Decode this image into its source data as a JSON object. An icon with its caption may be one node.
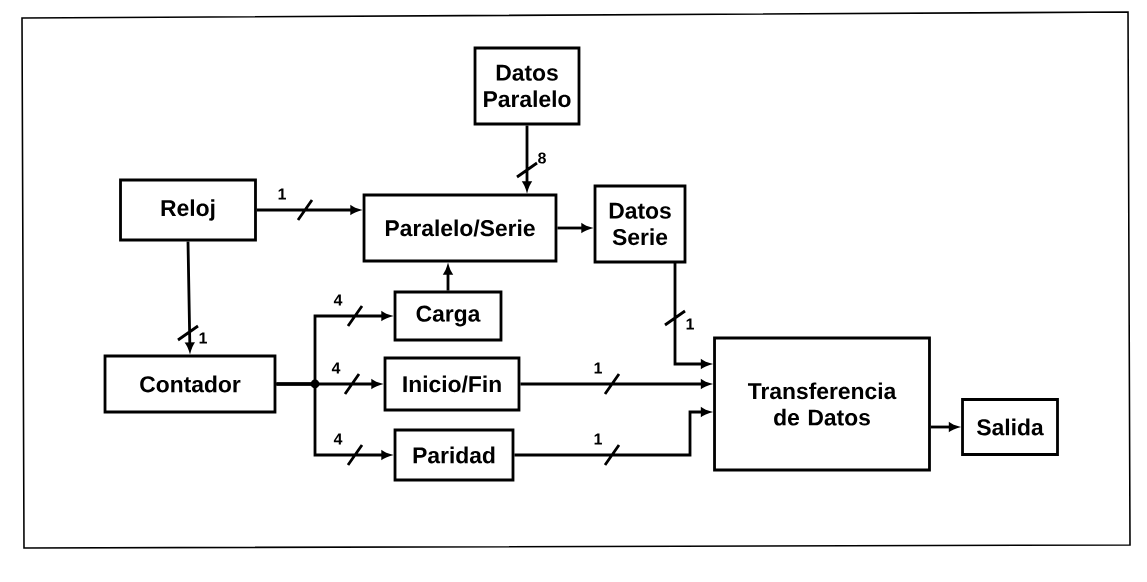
{
  "diagram": {
    "nodes": [
      {
        "text": [
          "Datos Paralelo"
        ]
      },
      {
        "text": [
          "Reloj"
        ]
      },
      {
        "text": [
          "Paralelo/Serie"
        ]
      },
      {
        "text": [
          "Datos Serie"
        ]
      },
      {
        "text": [
          "Carga"
        ]
      },
      {
        "text": [
          "Contador"
        ]
      },
      {
        "text": [
          "Inicio/Fin"
        ]
      },
      {
        "text": [
          "Transferencia de Datos"
        ]
      },
      {
        "text": [
          "Salida"
        ]
      },
      {
        "text": [
          "Paridad"
        ]
      }
    ],
    "edges": [
      {
        "from": 0,
        "to": 2,
        "arrow": "to",
        "label": "8"
      },
      {
        "from": 1,
        "to": 2,
        "arrow": "to",
        "label": "1"
      },
      {
        "from": 2,
        "to": 3,
        "arrow": "to"
      },
      {
        "from": 4,
        "to": 2,
        "arrow": "to"
      },
      {
        "from": 1,
        "to": 5,
        "arrow": "to",
        "label": "1"
      },
      {
        "from": 5,
        "to": 4,
        "arrow": "to",
        "label": "4"
      },
      {
        "from": 5,
        "to": 6,
        "arrow": "to",
        "label": "4"
      },
      {
        "from": 5,
        "to": 9,
        "arrow": "to",
        "label": "4"
      },
      {
        "from": 3,
        "to": 7,
        "arrow": "to",
        "label": "1"
      },
      {
        "from": 6,
        "to": 7,
        "arrow": "to",
        "label": "1"
      },
      {
        "from": 9,
        "to": 7,
        "arrow": "to",
        "label": "1"
      },
      {
        "from": 7,
        "to": 8,
        "arrow": "to"
      }
    ]
  }
}
